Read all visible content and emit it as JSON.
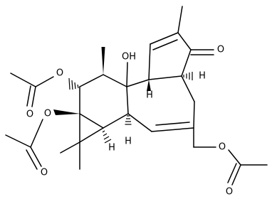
{
  "structure": {
    "atoms": {
      "o_ketone": "O",
      "oh": "OH",
      "h_ring5": "H",
      "h_ring7": "H",
      "h_cyclo": "H",
      "o_ac1": "O",
      "o_ac1_carbonyl": "O",
      "o_ac2": "O",
      "o_ac2_carbonyl": "O",
      "o_ac3": "O",
      "o_ac3_carbonyl": "O"
    }
  }
}
